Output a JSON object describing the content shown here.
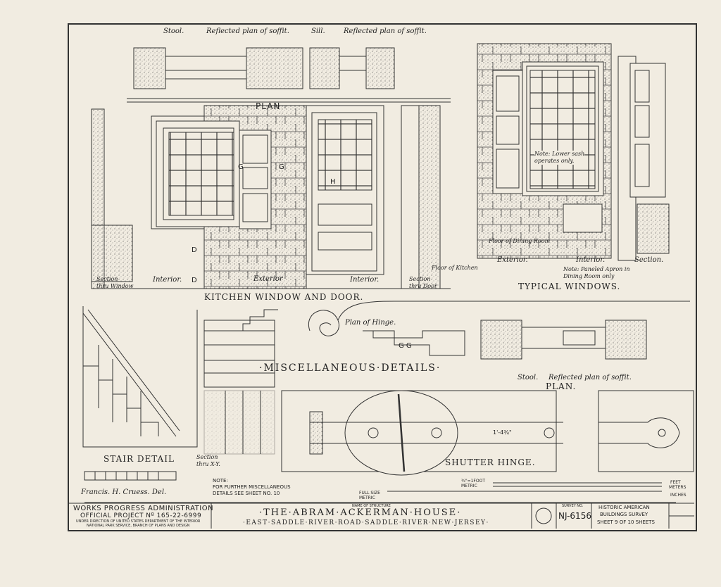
{
  "labels": {
    "stool_top": "Stool.",
    "soffit_top_left": "Reflected plan of soffit.",
    "sill_top": "Sill.",
    "soffit_top_right": "Reflected plan of soffit.",
    "plan_top": "PLAN",
    "section_thru_window": "Section\nthru Window",
    "interior_left": "Interior.",
    "exterior_center": "Exterior",
    "interior_center": "Interior.",
    "section_thru_door": "Section\nthru Door",
    "exterior_right": "Exterior.",
    "interior_right": "Interior.",
    "section_right": "Section.",
    "floor_of_kitchen": "Floor of Kitchen",
    "floor_dining": "Floor of Dining Room",
    "note_lower_sash": "Note: Lower sash\noperates only.",
    "note_paneled": "Note: Paneled Apron in\nDining Room only",
    "kitchen_window_door": "KITCHEN WINDOW AND DOOR.",
    "typical_windows": "TYPICAL WINDOWS.",
    "plan_of_hinge": "Plan of Hinge.",
    "misc_details": "·MISCELLANEOUS·DETAILS·",
    "stool_bottom": "Stool.",
    "soffit_bottom": "Reflected plan of soffit.",
    "plan_bottom": "PLAN.",
    "stair_detail": "STAIR DETAIL",
    "section_xy": "Section\nthru X-Y.",
    "shutter_hinge": "SHUTTER HINGE.",
    "note_further": "NOTE:\nFOR FURTHER MISCELLANEOUS\nDETAILS SEE SHEET NO. 10",
    "delineator": "Francis. H. Cruess.  Del.",
    "marker_d_top": "D",
    "marker_d_bottom": "D",
    "marker_g1": "G",
    "marker_g2": "G",
    "marker_h": "H",
    "marker_gg": "G  G",
    "dim_hinge": "1'-4¾\""
  },
  "scales": {
    "feet_label": "FEET",
    "meters_label": "METERS",
    "inches_label": "INCHES",
    "full_size_metric": "FULL SIZE\nMETRIC",
    "half_inch_metric": "¾\"=1FOOT\nMETRIC"
  },
  "title_block": {
    "wpa_line1": "WORKS PROGRESS ADMINISTRATION",
    "wpa_line2": "OFFICIAL PROJECT Nº 165-22-6999",
    "wpa_line3": "UNDER DIRECTION OF UNITED STATES DEPARTMENT OF THE INTERIOR\nNATIONAL PARK SERVICE, BRANCH OF PLANS AND DESIGN",
    "name_of_structure_label": "NAME OF STRUCTURE",
    "structure_name": "·THE·ABRAM·ACKERMAN·HOUSE·",
    "address": "·EAST·SADDLE·RIVER·ROAD·SADDLE·RIVER·NEW·JERSEY·",
    "survey_no_label": "SURVEY NO.",
    "survey_no": "NJ-6156",
    "habs_line1": "HISTORIC AMERICAN",
    "habs_line2": "BUILDINGS SURVEY",
    "sheet_line": "SHEET 9 OF 10 SHEETS"
  }
}
